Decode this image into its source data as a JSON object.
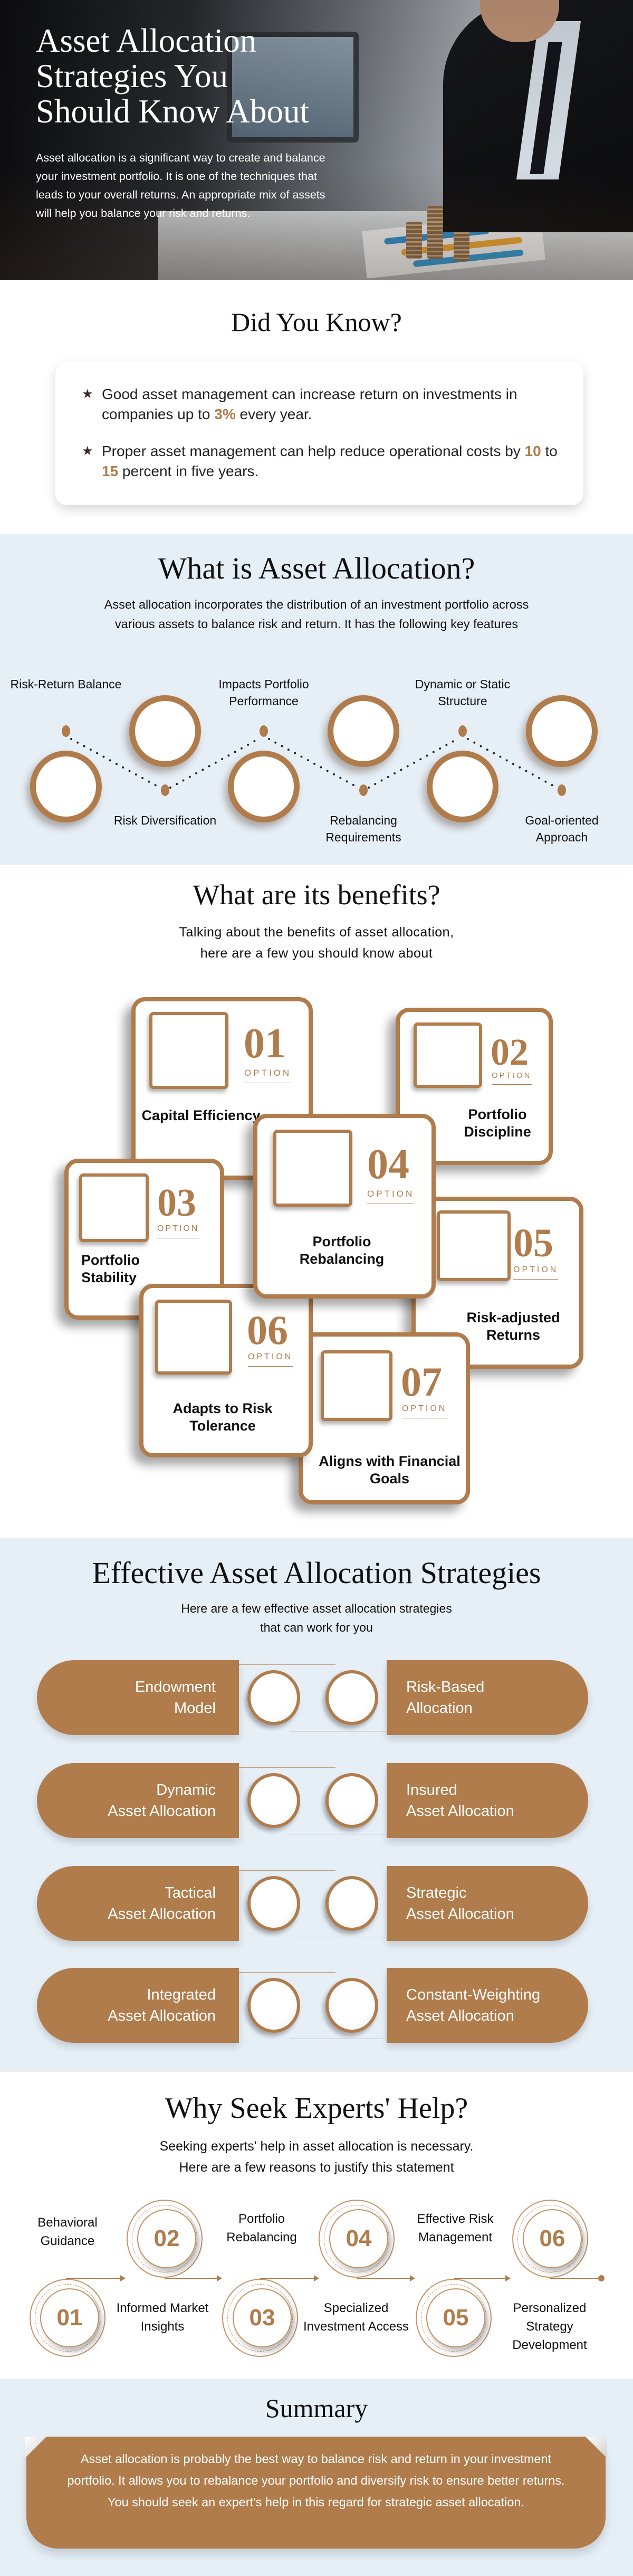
{
  "hero": {
    "title_lines": [
      "Asset Allocation",
      "Strategies You",
      "Should Know About"
    ],
    "text": "Asset allocation is a significant way to create and balance your investment portfolio. It is one of the techniques that leads to your overall returns. An appropriate mix of assets will help you balance your risk and returns."
  },
  "did_you_know": {
    "title": "Did You Know?",
    "facts": [
      {
        "before": "Good asset management can increase return on investments in companies up to ",
        "highlight": "3%",
        "after": " every year."
      },
      {
        "before": "Proper asset management can help reduce operational costs by ",
        "highlight": "10",
        "middle": " to ",
        "highlight2": "15",
        "after": " percent in five years."
      }
    ],
    "bullet_icon": "star-icon"
  },
  "what_is": {
    "title": "What is Asset Allocation?",
    "intro": "Asset allocation incorporates the distribution of an investment portfolio across various assets to balance risk and return. It has the following key features",
    "features": [
      "Risk-Return Balance",
      "Risk Diversification",
      "Impacts Portfolio Performance",
      "Rebalancing Requirements",
      "Dynamic or Static Structure",
      "Goal-oriented Approach"
    ]
  },
  "benefits": {
    "title": "What are its benefits?",
    "intro_lines": [
      "Talking about the benefits of asset allocation,",
      "here are a few you should know about"
    ],
    "option_label": "OPTION",
    "items": [
      {
        "num": "01",
        "label": "Capital Efficiency"
      },
      {
        "num": "02",
        "label": "Portfolio Discipline"
      },
      {
        "num": "03",
        "label": "Portfolio Stability"
      },
      {
        "num": "04",
        "label": "Portfolio Rebalancing"
      },
      {
        "num": "05",
        "label": "Risk-adjusted Returns"
      },
      {
        "num": "06",
        "label": "Adapts to Risk Tolerance"
      },
      {
        "num": "07",
        "label": "Aligns with Financial Goals"
      }
    ]
  },
  "strategies": {
    "title": "Effective Asset Allocation Strategies",
    "intro_lines": [
      "Here are a few effective asset allocation strategies",
      "that can work for you"
    ],
    "rows": [
      {
        "left": [
          "Endowment",
          "Model"
        ],
        "right": [
          "Risk-Based",
          "Allocation"
        ]
      },
      {
        "left": [
          "Dynamic",
          "Asset Allocation"
        ],
        "right": [
          "Insured",
          "Asset Allocation"
        ]
      },
      {
        "left": [
          "Tactical",
          "Asset Allocation"
        ],
        "right": [
          "Strategic",
          "Asset Allocation"
        ]
      },
      {
        "left": [
          "Integrated",
          "Asset Allocation"
        ],
        "right": [
          "Constant-Weighting",
          "Asset Allocation"
        ]
      }
    ]
  },
  "experts": {
    "title": "Why Seek Experts' Help?",
    "intro_lines": [
      "Seeking experts' help in asset allocation is necessary.",
      "Here are a few reasons to justify this statement"
    ],
    "reasons": [
      {
        "num": "01",
        "label": "Behavioral Guidance"
      },
      {
        "num": "02",
        "label": "Informed Market Insights"
      },
      {
        "num": "03",
        "label": "Portfolio Rebalancing"
      },
      {
        "num": "04",
        "label": "Specialized Investment Access"
      },
      {
        "num": "05",
        "label": "Effective Risk Management"
      },
      {
        "num": "06",
        "label": "Personalized Strategy Development"
      }
    ]
  },
  "summary": {
    "title": "Summary",
    "text": "Asset allocation is probably the best way to balance risk and return in your investment portfolio. It allows you to rebalance your portfolio and diversify risk to ensure better returns. You should seek an expert's help in this regard for strategic asset allocation."
  },
  "colors": {
    "accent": "#b07c4c",
    "section_bg": "#e6eef6",
    "hero_dark": "#0e0e10"
  }
}
